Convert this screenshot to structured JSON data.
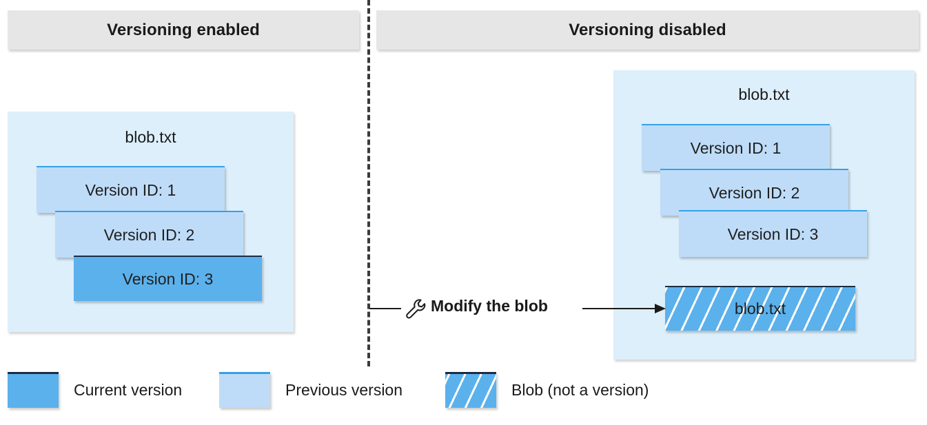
{
  "columns": [
    {
      "id": "enabled",
      "title": "Versioning enabled"
    },
    {
      "id": "disabled",
      "title": "Versioning disabled"
    }
  ],
  "left_panel": {
    "blob_name": "blob.txt",
    "cards": [
      {
        "label": "Version ID: 1",
        "kind": "previous"
      },
      {
        "label": "Version ID: 2",
        "kind": "previous"
      },
      {
        "label": "Version ID: 3",
        "kind": "current"
      }
    ]
  },
  "right_panel": {
    "blob_name": "blob.txt",
    "cards": [
      {
        "label": "Version ID: 1",
        "kind": "previous"
      },
      {
        "label": "Version ID: 2",
        "kind": "previous"
      },
      {
        "label": "Version ID: 3",
        "kind": "previous"
      }
    ],
    "hatched_blob_label": "blob.txt"
  },
  "modify_action": {
    "icon": "wrench-icon",
    "label": "Modify the blob"
  },
  "legend": {
    "items": [
      {
        "label": "Current version",
        "kind": "current",
        "swatch_color": "#5BB1EC"
      },
      {
        "label": "Previous version",
        "kind": "previous",
        "swatch_color": "#BEDCF8"
      },
      {
        "label": "Blob (not a version)",
        "kind": "hatched",
        "swatch_color": "#5BB1EC"
      }
    ]
  },
  "colors": {
    "header_bg": "#E6E6E6",
    "container_bg": "#DDEFFA",
    "current_version": "#5BB1EC",
    "previous_version": "#BEDCF8",
    "previous_border": "#36A0E8",
    "current_border": "#1B2B44",
    "divider": "#3B3B3B",
    "text": "#1A1A1A"
  }
}
